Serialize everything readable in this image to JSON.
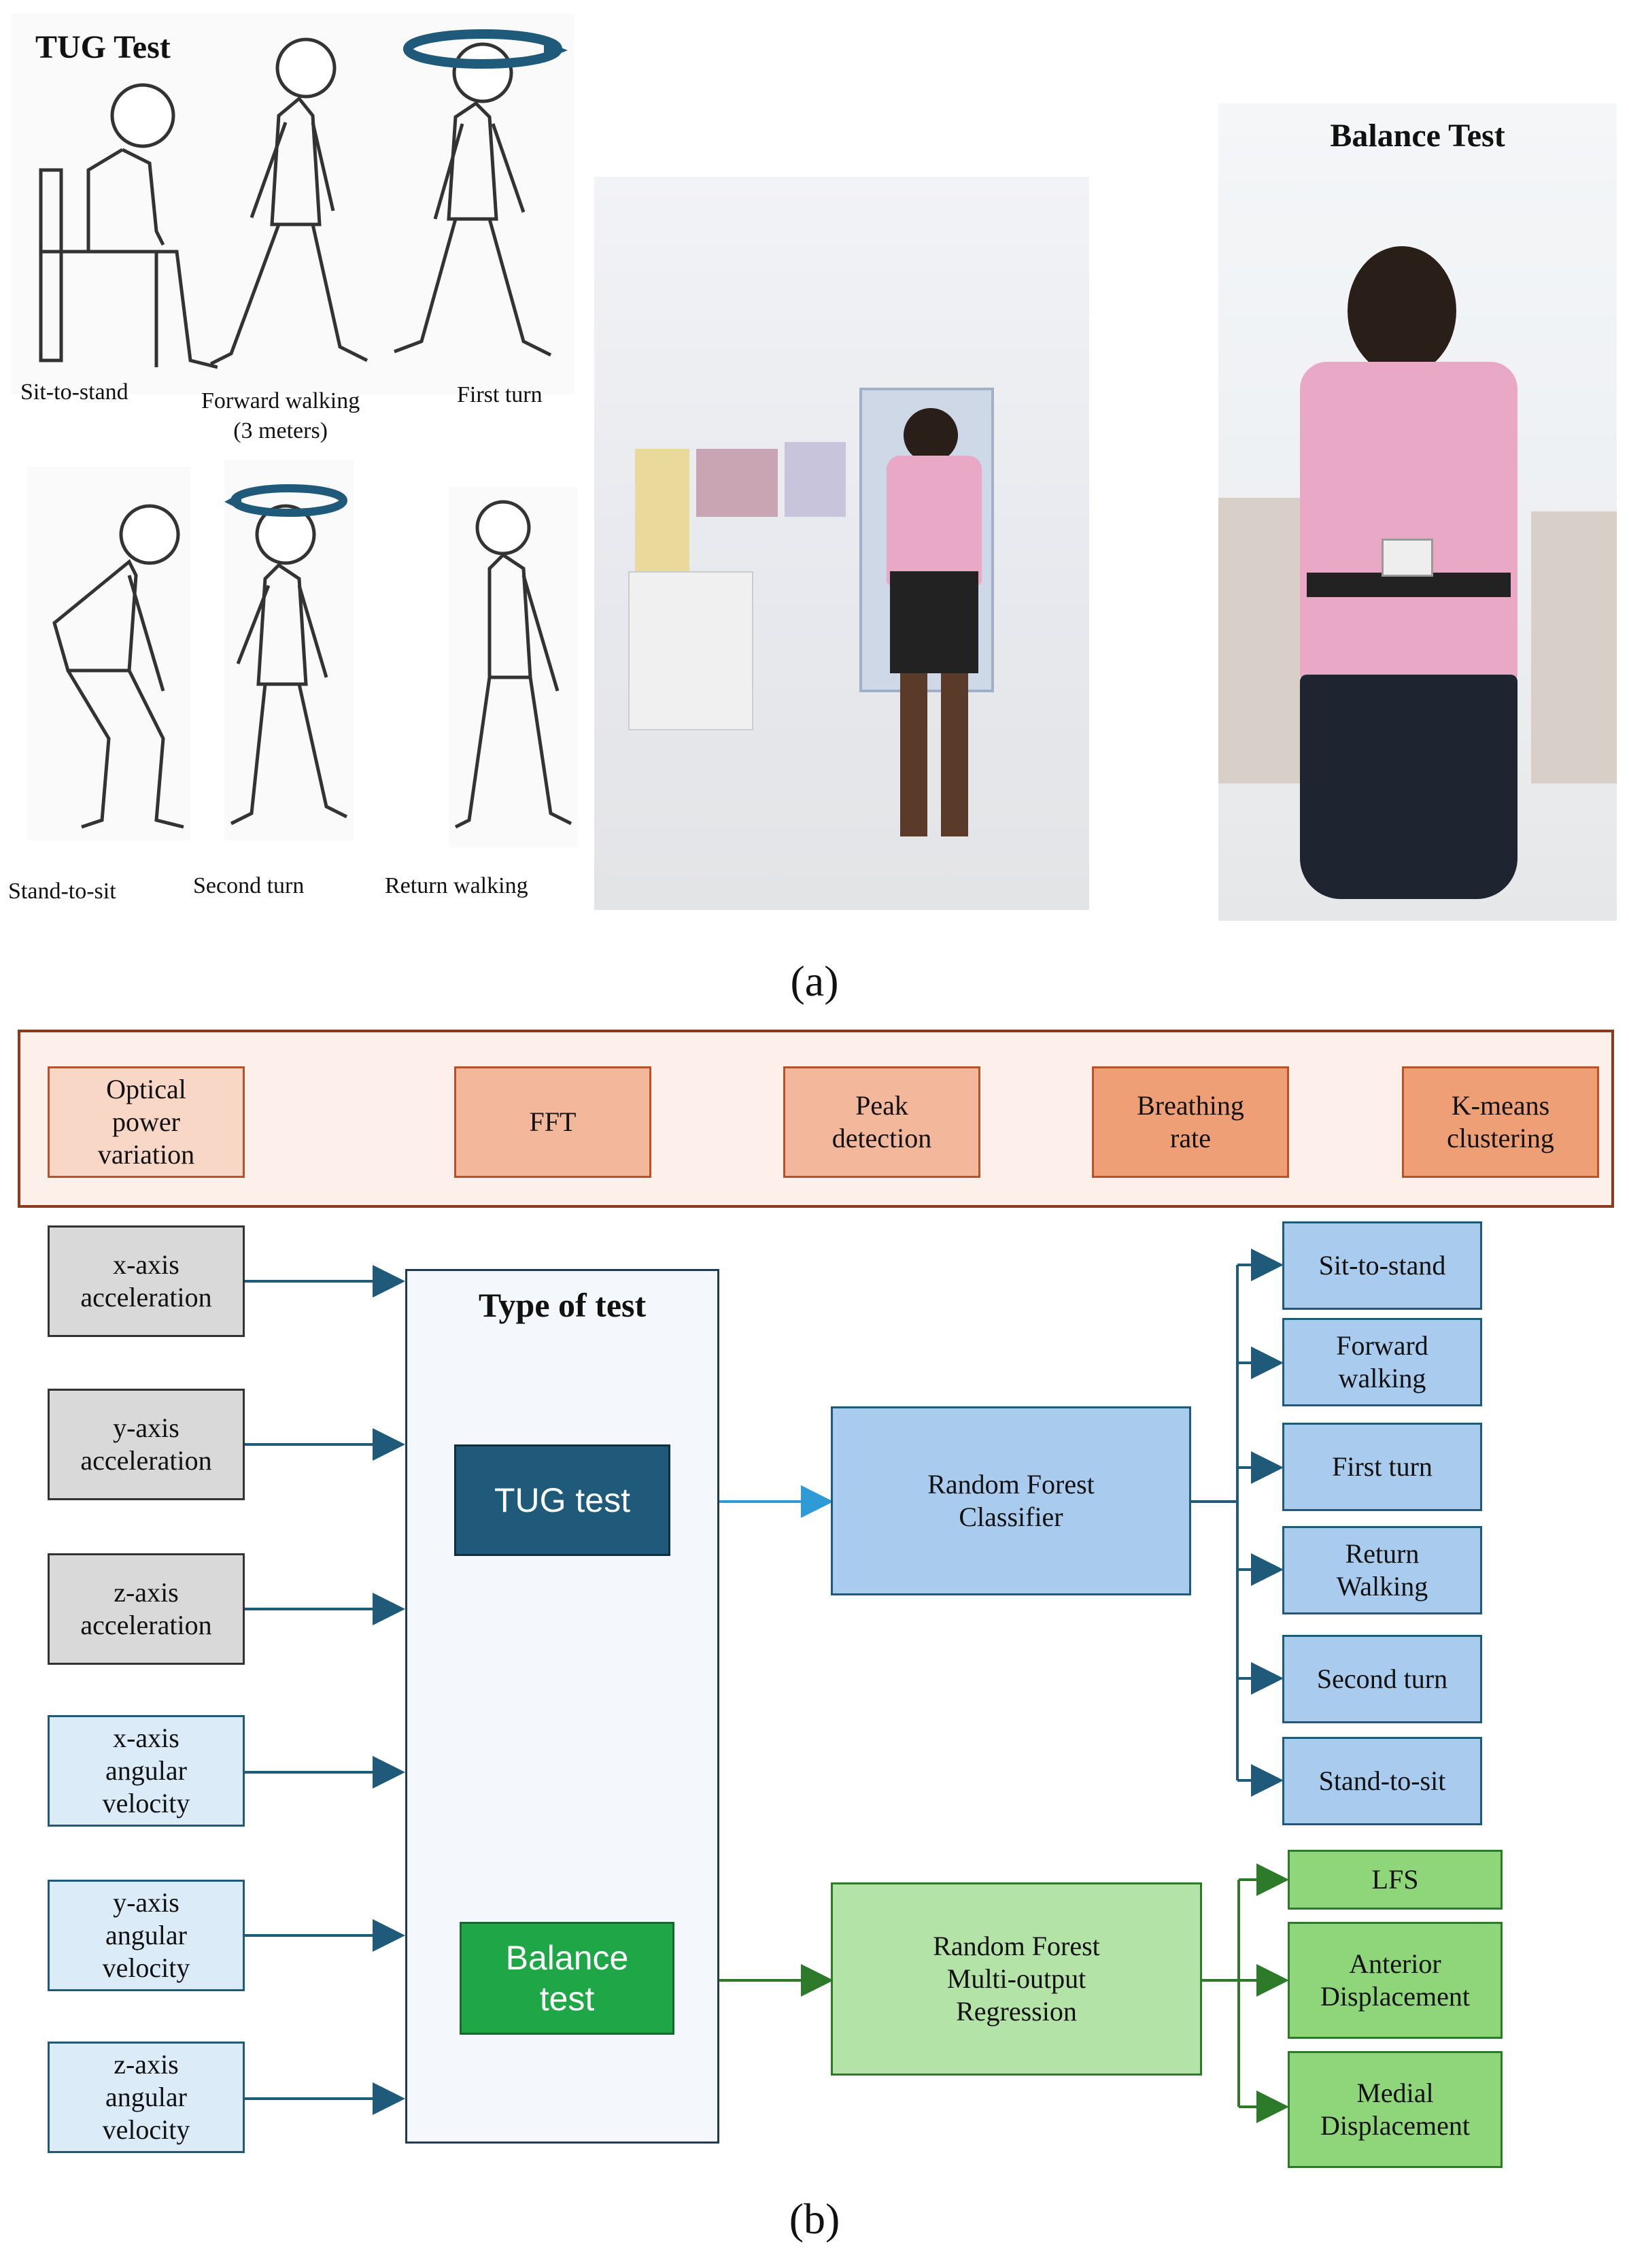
{
  "panel_a": {
    "tug_title": "TUG Test",
    "tug_stages": [
      {
        "label": "Sit-to-stand",
        "icon": "sitting-figure-icon"
      },
      {
        "label": "Forward walking\n(3 meters)",
        "icon": "walking-figure-icon"
      },
      {
        "label": "First turn",
        "icon": "turning-figure-icon"
      },
      {
        "label": "Stand-to-sit",
        "icon": "crouching-figure-icon"
      },
      {
        "label": "Second turn",
        "icon": "turning-figure-icon"
      },
      {
        "label": "Return walking",
        "icon": "walking-figure-icon"
      }
    ],
    "balance_title": "Balance Test",
    "label": "(a)"
  },
  "panel_b": {
    "pipeline": [
      {
        "label": "Optical\npower\nvariation",
        "color": "#f8d7c6"
      },
      {
        "label": "FFT",
        "color": "#f3b89b"
      },
      {
        "label": "Peak\ndetection",
        "color": "#f3b89b"
      },
      {
        "label": "Breathing\nrate",
        "color": "#ee9f76"
      },
      {
        "label": "K-means\nclustering",
        "color": "#ee9f76"
      }
    ],
    "inputs": [
      {
        "label": "x-axis\nacceleration",
        "kind": "accel"
      },
      {
        "label": "y-axis\nacceleration",
        "kind": "accel"
      },
      {
        "label": "z-axis\nacceleration",
        "kind": "accel"
      },
      {
        "label": "x-axis\nangular\nvelocity",
        "kind": "gyro"
      },
      {
        "label": "y-axis\nangular\nvelocity",
        "kind": "gyro"
      },
      {
        "label": "z-axis\nangular\nvelocity",
        "kind": "gyro"
      }
    ],
    "type_of_test": "Type of test",
    "tug_test": "TUG test",
    "balance_test": "Balance\ntest",
    "classifier": "Random Forest\nClassifier",
    "regressor": "Random Forest\nMulti-output\nRegression",
    "tug_outputs": [
      "Sit-to-stand",
      "Forward\nwalking",
      "First turn",
      "Return\nWalking",
      "Second turn",
      "Stand-to-sit"
    ],
    "balance_outputs": [
      "LFS",
      "Anterior\nDisplacement",
      "Medial\nDisplacement"
    ],
    "label": "(b)",
    "colors": {
      "accel_fill": "#d9d9d9",
      "gyro_fill": "#dcebf8",
      "tug_fill": "#1f5a7a",
      "balance_fill": "#1fa646",
      "classifier_fill": "#a9cbee",
      "regressor_fill": "#b4e3a8",
      "tug_out_fill": "#a9cbee",
      "balance_out_fill": "#8fd67a",
      "pipeline_border": "#8b3a1a",
      "pipeline_bg": "#fdf0ea"
    }
  }
}
